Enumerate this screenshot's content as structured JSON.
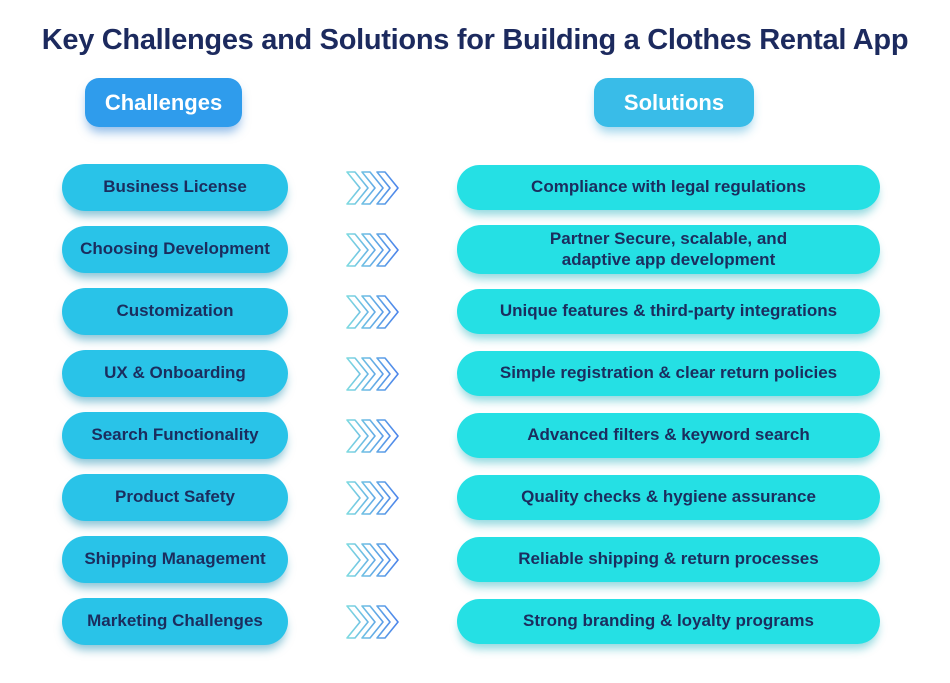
{
  "title": "Key Challenges and Solutions for Building a Clothes Rental App",
  "headers": {
    "challenges": "Challenges",
    "solutions": "Solutions"
  },
  "rows": [
    {
      "challenge": "Business License",
      "solution": "Compliance with legal regulations"
    },
    {
      "challenge": "Choosing Development",
      "solution": "Partner Secure, scalable, and\nadaptive app development"
    },
    {
      "challenge": "Customization",
      "solution": "Unique features & third-party integrations"
    },
    {
      "challenge": "UX & Onboarding",
      "solution": "Simple registration & clear return policies"
    },
    {
      "challenge": "Search Functionality",
      "solution": "Advanced filters & keyword search"
    },
    {
      "challenge": "Product Safety",
      "solution": "Quality checks & hygiene assurance"
    },
    {
      "challenge": "Shipping Management",
      "solution": "Reliable shipping & return processes"
    },
    {
      "challenge": "Marketing Challenges",
      "solution": "Strong branding & loyalty programs"
    }
  ],
  "icons": {
    "arrow": "triple-chevron-right"
  },
  "colors": {
    "title_text": "#1c2a5e",
    "pill_text": "#1b2d5e",
    "challenges_header": "#2f9cec",
    "solutions_header": "#39bce8",
    "challenge_pill": "#29c3e8",
    "solution_pill": "#25e0e4",
    "arrow_gradient_start": "#7fdbe0",
    "arrow_gradient_end": "#4c84ea",
    "background": "#ffffff"
  }
}
